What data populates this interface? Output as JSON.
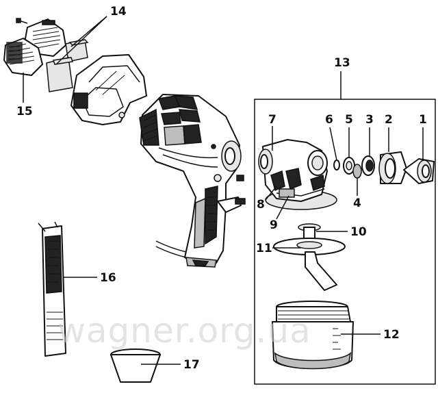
{
  "callouts": [
    {
      "id": "c1",
      "label": "1"
    },
    {
      "id": "c2",
      "label": "2"
    },
    {
      "id": "c3",
      "label": "3"
    },
    {
      "id": "c4",
      "label": "4"
    },
    {
      "id": "c5",
      "label": "5"
    },
    {
      "id": "c6",
      "label": "6"
    },
    {
      "id": "c7",
      "label": "7"
    },
    {
      "id": "c8",
      "label": "8"
    },
    {
      "id": "c9",
      "label": "9"
    },
    {
      "id": "c10",
      "label": "10"
    },
    {
      "id": "c11",
      "label": "11"
    },
    {
      "id": "c12",
      "label": "12"
    },
    {
      "id": "c13",
      "label": "13"
    },
    {
      "id": "c14",
      "label": "14"
    },
    {
      "id": "c15",
      "label": "15"
    },
    {
      "id": "c16",
      "label": "16"
    },
    {
      "id": "c17",
      "label": "17"
    }
  ],
  "watermark": "wagner.org.ua"
}
